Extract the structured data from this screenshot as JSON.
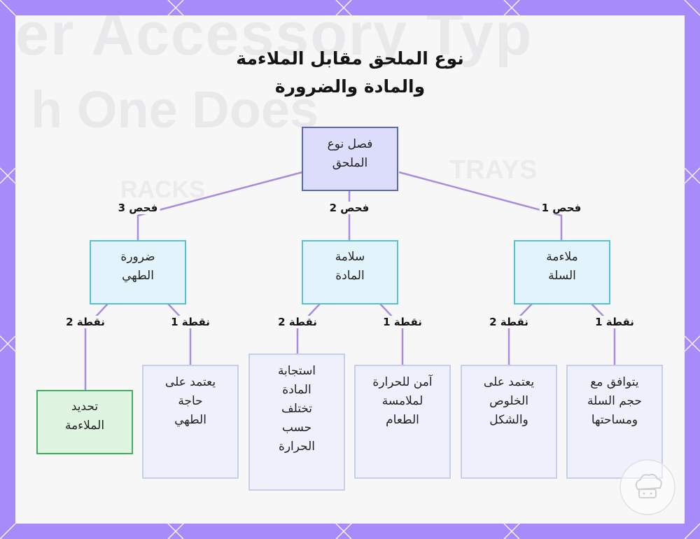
{
  "title": {
    "line1": "نوع الملحق مقابل الملاءمة",
    "line2": "والمادة والضرورة"
  },
  "background": {
    "watermark_line1": "er Accessory Typ",
    "watermark_line2": "h One Does",
    "watermark_word1": "RACKS",
    "watermark_word2": "TRAYS"
  },
  "root": {
    "text": "فصل نوع الملحق"
  },
  "branches": [
    {
      "edge_label": "فحص 1",
      "title": "ملاءمة السلة",
      "children": [
        {
          "edge_label": "نقطة 1",
          "text": "يتوافق مع حجم السلة ومساحتها"
        },
        {
          "edge_label": "نقطة 2",
          "text": "يعتمد على الخلوص والشكل"
        }
      ]
    },
    {
      "edge_label": "فحص 2",
      "title": "سلامة المادة",
      "children": [
        {
          "edge_label": "نقطة 1",
          "text": "آمن للحرارة لملامسة الطعام"
        },
        {
          "edge_label": "نقطة 2",
          "text": "استجابة المادة تختلف حسب الحرارة"
        }
      ]
    },
    {
      "edge_label": "فحص 3",
      "title": "ضرورة الطهي",
      "children": [
        {
          "edge_label": "نقطة 1",
          "text": "يعتمد على حاجة الطهي"
        },
        {
          "edge_label": "نقطة 2",
          "text": "تحديد الملاءمة"
        }
      ]
    }
  ],
  "colors": {
    "frame": "#a78bfa",
    "connector": "#a98be0",
    "root_fill": "#dcdcfb",
    "root_border": "#5a68b0",
    "mid_fill": "#e2f3fb",
    "mid_border": "#53c2d8",
    "leaf_fill": "#eef0fb",
    "leaf_border": "#c8ccee",
    "final_fill": "#dff5e1",
    "final_border": "#3fae5d"
  },
  "icons": {
    "logo": "chef-hat-logo-icon"
  }
}
